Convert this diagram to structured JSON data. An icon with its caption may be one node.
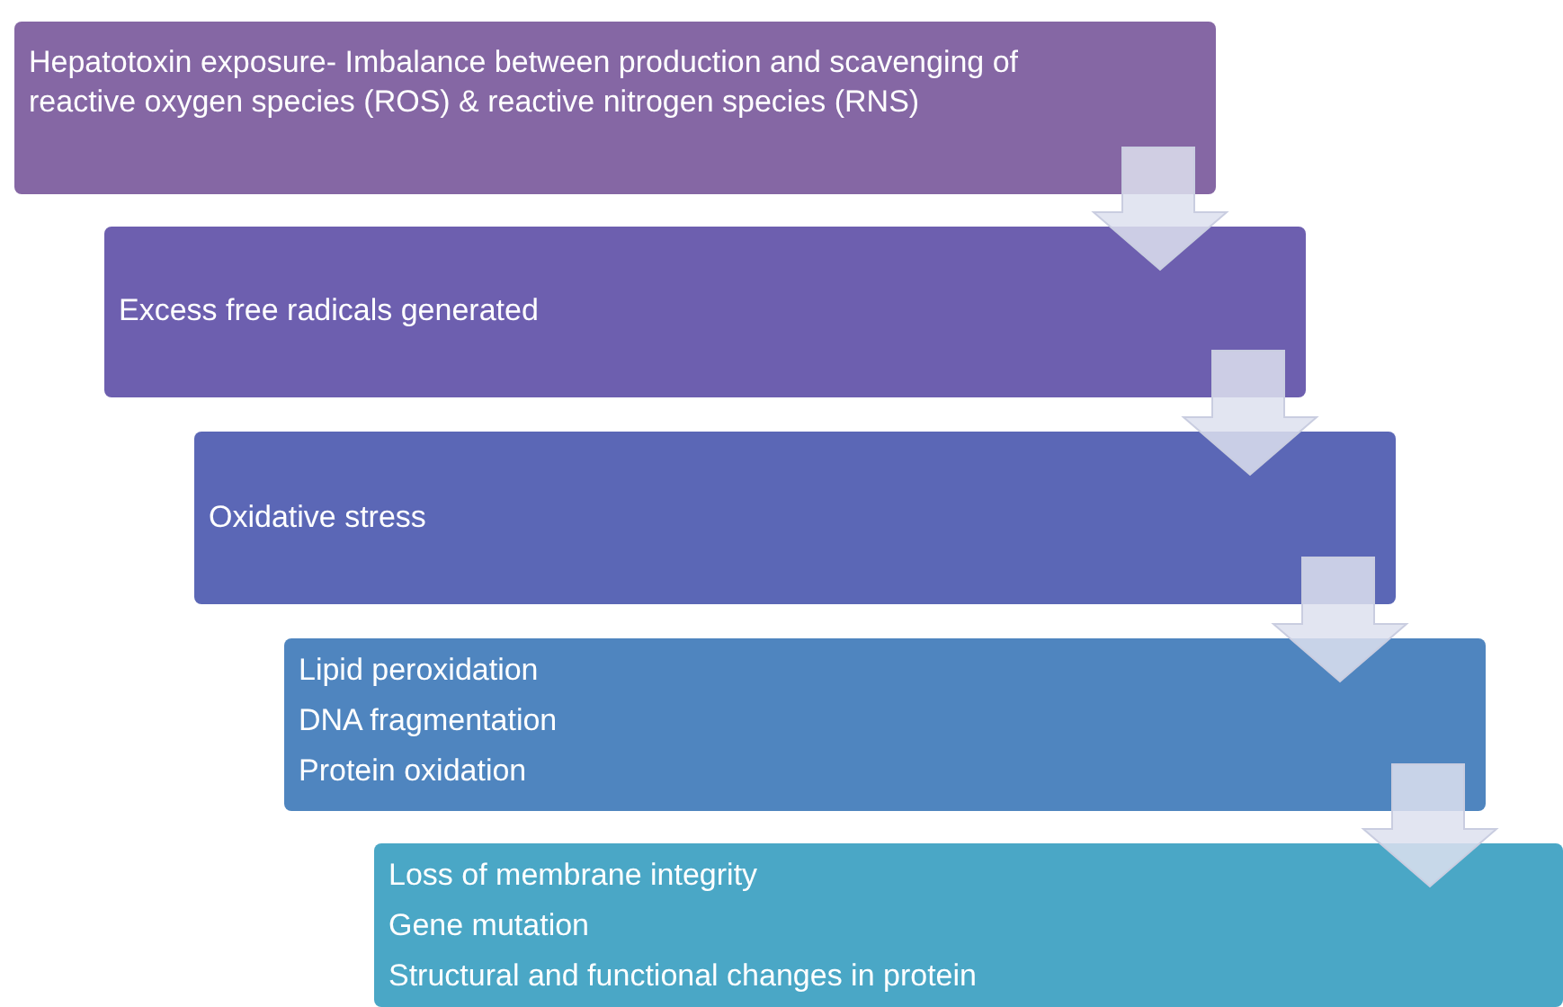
{
  "diagram": {
    "nodes": [
      {
        "text": [
          "Hepatotoxin exposure- Imbalance between production and scavenging of reactive oxygen species (ROS) & reactive nitrogen species (RNS)"
        ]
      },
      {
        "text": [
          "Excess free radicals generated"
        ]
      },
      {
        "text": [
          "Oxidative stress"
        ]
      },
      {
        "text": [
          "Lipid peroxidation",
          "DNA fragmentation",
          "Protein oxidation"
        ]
      },
      {
        "text": [
          "Loss of membrane integrity",
          "Gene mutation",
          "Structural and functional changes in protein"
        ]
      }
    ],
    "edges": [
      {
        "from": 0,
        "to": 1,
        "arrow": "to"
      },
      {
        "from": 1,
        "to": 2,
        "arrow": "to"
      },
      {
        "from": 2,
        "to": 3,
        "arrow": "to"
      },
      {
        "from": 3,
        "to": 4,
        "arrow": "to"
      }
    ]
  }
}
